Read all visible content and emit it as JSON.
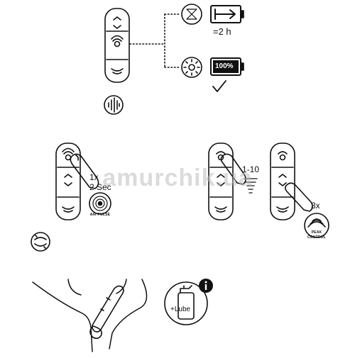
{
  "step1": {
    "timer_label": "=2 h",
    "battery_full_label": "100%"
  },
  "step2": {
    "press_count": "1x",
    "press_duration": "2 Sec",
    "mode_name": "AIR PULSE"
  },
  "step3": {
    "level_range": "1-10",
    "press_count": "3x",
    "mode_name_line1": "PEAK",
    "mode_name_line2": "CONTROL"
  },
  "step4": {
    "lube_label": "+Lube"
  },
  "watermark": "amurchik.ua",
  "icons": [
    "hourglass-icon",
    "battery-charging-icon",
    "sun-light-icon",
    "battery-full-icon",
    "checkmark-icon",
    "sound-wave-icon",
    "air-pulse-icon",
    "peak-control-icon",
    "wash-hands-icon",
    "lube-bottle-icon",
    "info-icon",
    "finger-press-icon"
  ],
  "colors": {
    "ink": "#111111",
    "watermark": "#bfbfbf",
    "background": "#ffffff"
  }
}
